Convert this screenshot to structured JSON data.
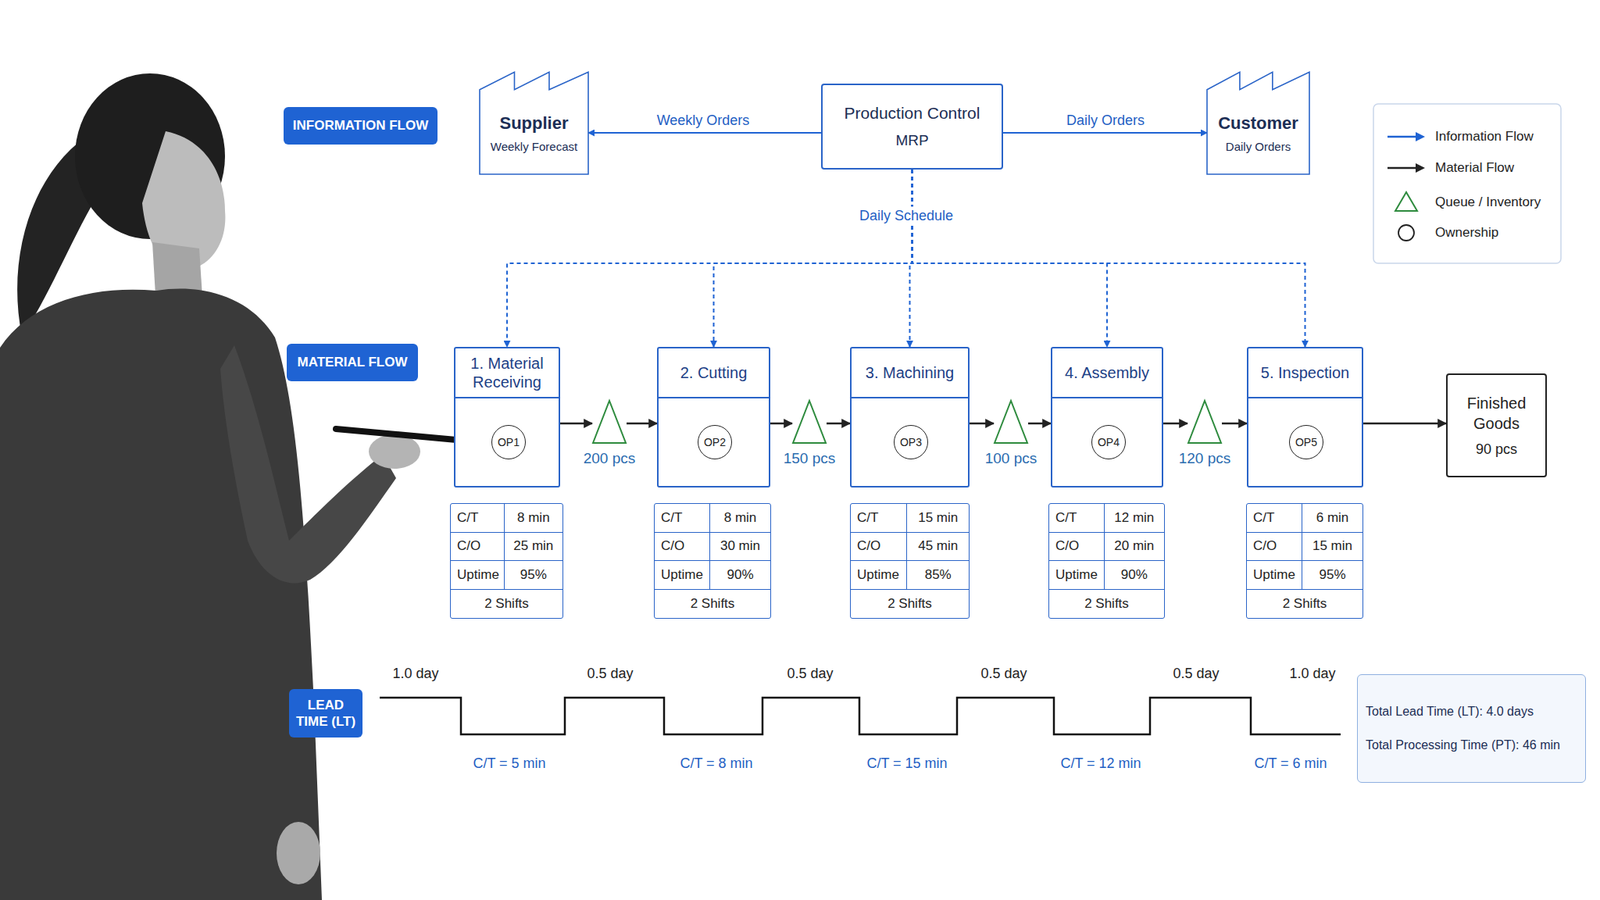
{
  "diagram": {
    "nodes": [
      {
        "text": [
          "INFORMATION FLOW"
        ]
      },
      {
        "text": [
          "Supplier",
          "Weekly Forecast"
        ]
      },
      {
        "text": [
          "Production Control",
          "MRP"
        ]
      },
      {
        "text": [
          "Customer",
          "Daily Orders"
        ]
      },
      {
        "text": [
          "MATERIAL FLOW"
        ]
      },
      {
        "text": [
          "1. Material Receiving"
        ]
      },
      {
        "text": [
          "OP1"
        ],
        "in": 5
      },
      {
        "text": [
          "200 pcs"
        ]
      },
      {
        "text": [
          "2. Cutting"
        ]
      },
      {
        "text": [
          "OP2"
        ],
        "in": 8
      },
      {
        "text": [
          "150 pcs"
        ]
      },
      {
        "text": [
          "3. Machining"
        ]
      },
      {
        "text": [
          "OP3"
        ],
        "in": 11
      },
      {
        "text": [
          "100 pcs"
        ]
      },
      {
        "text": [
          "4. Assembly"
        ]
      },
      {
        "text": [
          "OP4"
        ],
        "in": 14
      },
      {
        "text": [
          "120 pcs"
        ]
      },
      {
        "text": [
          "5. Inspection"
        ]
      },
      {
        "text": [
          "OP5"
        ],
        "in": 17
      },
      {
        "text": [
          "Finished Goods",
          "90 pcs"
        ]
      },
      {
        "text": [
          "LEAD TIME (LT)"
        ]
      },
      {
        "text": [
          "Total Lead Time (LT): 4.0 days",
          "Total Processing Time (PT): 46 min"
        ]
      }
    ],
    "edges": [
      {
        "from": 2,
        "to": 1,
        "label": "Weekly Orders",
        "arrow": "to"
      },
      {
        "from": 2,
        "to": 3,
        "label": "Daily Orders",
        "arrow": "to"
      },
      {
        "from": 2,
        "to": 5,
        "arrow": "to"
      },
      {
        "from": 2,
        "to": 8,
        "arrow": "to"
      },
      {
        "from": 2,
        "to": 11,
        "label": "Daily Schedule",
        "arrow": "to"
      },
      {
        "from": 2,
        "to": 14,
        "arrow": "to"
      },
      {
        "from": 2,
        "to": 17,
        "arrow": "to"
      },
      {
        "from": 5,
        "to": 7,
        "arrow": "to"
      },
      {
        "from": 7,
        "to": 8,
        "arrow": "to"
      },
      {
        "from": 8,
        "to": 10,
        "arrow": "to"
      },
      {
        "from": 10,
        "to": 11,
        "arrow": "to"
      },
      {
        "from": 11,
        "to": 13,
        "arrow": "to"
      },
      {
        "from": 13,
        "to": 14,
        "arrow": "to"
      },
      {
        "from": 14,
        "to": 16,
        "arrow": "to"
      },
      {
        "from": 16,
        "to": 17,
        "arrow": "to"
      },
      {
        "from": 17,
        "to": 19,
        "arrow": "to"
      }
    ],
    "labels": [
      "C/T",
      "8 min",
      "C/O",
      "25 min",
      "Uptime",
      "95%",
      "2 Shifts",
      "C/T",
      "8 min",
      "C/O",
      "30 min",
      "Uptime",
      "90%",
      "2 Shifts",
      "C/T",
      "15 min",
      "C/O",
      "45 min",
      "Uptime",
      "85%",
      "2 Shifts",
      "C/T",
      "12 min",
      "C/O",
      "20 min",
      "Uptime",
      "90%",
      "2 Shifts",
      "C/T",
      "6 min",
      "C/O",
      "15 min",
      "Uptime",
      "95%",
      "2 Shifts",
      "1.0 day",
      "0.5 day",
      "0.5 day",
      "0.5 day",
      "0.5 day",
      "1.0 day",
      "C/T = 5 min",
      "C/T = 8 min",
      "C/T = 15 min",
      "C/T = 12 min",
      "C/T = 6 min"
    ],
    "legend": [
      {
        "text": "Information Flow"
      },
      {
        "text": "Material Flow"
      },
      {
        "text": "Queue / Inventory"
      },
      {
        "text": "Ownership"
      }
    ]
  }
}
